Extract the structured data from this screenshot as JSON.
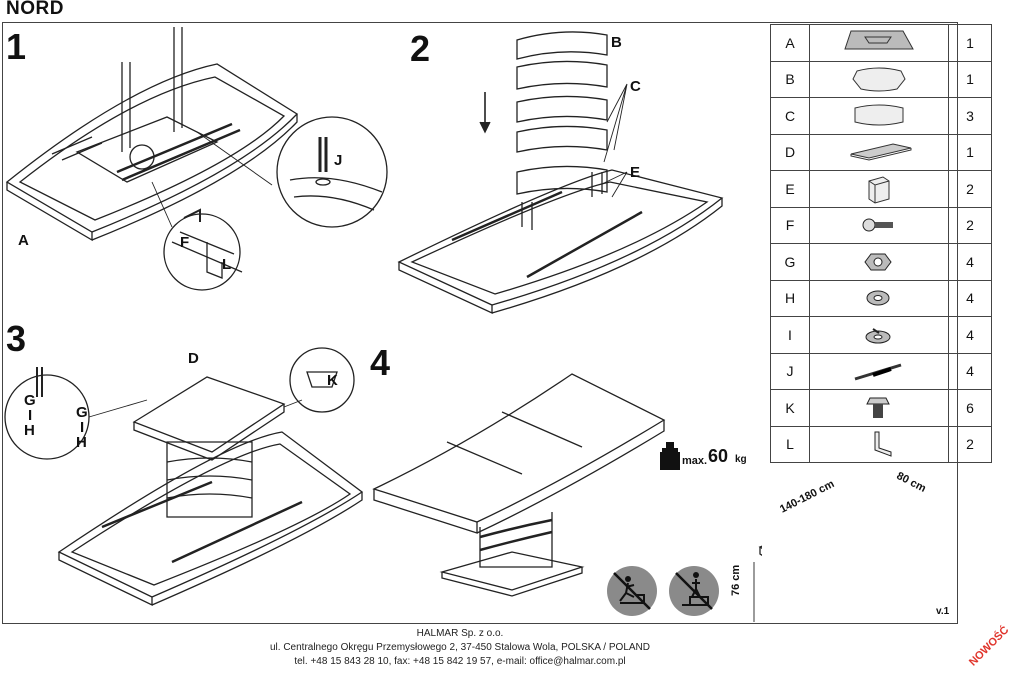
{
  "header": {
    "product_name": "NORD"
  },
  "steps": {
    "s1": {
      "number": "1",
      "callouts": {
        "a": "A",
        "f": "F",
        "l": "L",
        "j": "J"
      }
    },
    "s2": {
      "number": "2",
      "callouts": {
        "b": "B",
        "c": "C",
        "e": "E"
      }
    },
    "s3": {
      "number": "3",
      "callouts": {
        "d": "D",
        "k": "K",
        "g1": "G",
        "i1": "I",
        "h1": "H",
        "g2": "G",
        "i2": "I",
        "h2": "H"
      }
    },
    "s4": {
      "number": "4"
    }
  },
  "parts": [
    {
      "letter": "A",
      "qty": "1",
      "icon": "tabletop-icon"
    },
    {
      "letter": "B",
      "qty": "1",
      "icon": "base-cover-icon"
    },
    {
      "letter": "C",
      "qty": "3",
      "icon": "base-segment-icon"
    },
    {
      "letter": "D",
      "qty": "1",
      "icon": "mounting-plate-icon"
    },
    {
      "letter": "E",
      "qty": "2",
      "icon": "bracket-block-icon"
    },
    {
      "letter": "F",
      "qty": "2",
      "icon": "screw-icon"
    },
    {
      "letter": "G",
      "qty": "4",
      "icon": "nut-icon"
    },
    {
      "letter": "H",
      "qty": "4",
      "icon": "washer-icon"
    },
    {
      "letter": "I",
      "qty": "4",
      "icon": "spring-washer-icon"
    },
    {
      "letter": "J",
      "qty": "4",
      "icon": "bolt-icon"
    },
    {
      "letter": "K",
      "qty": "6",
      "icon": "short-bolt-icon"
    },
    {
      "letter": "L",
      "qty": "2",
      "icon": "angle-bracket-icon"
    }
  ],
  "max_load": {
    "label": "max.",
    "value": "60",
    "unit": "kg"
  },
  "dimensions": {
    "length": "140-180 cm",
    "width": "80 cm",
    "height": "76 cm"
  },
  "version": "v.1",
  "footer": {
    "company": "HALMAR Sp. z o.o.",
    "address": "ul. Centralnego Okręgu Przemysłowego 2, 37-450 Stalowa Wola, POLSKA / POLAND",
    "contact": "tel. +48 15 843 28 10, fax: +48 15 842 19 57, e-mail: office@halmar.com.pl"
  },
  "badge": "NOWOŚĆ"
}
